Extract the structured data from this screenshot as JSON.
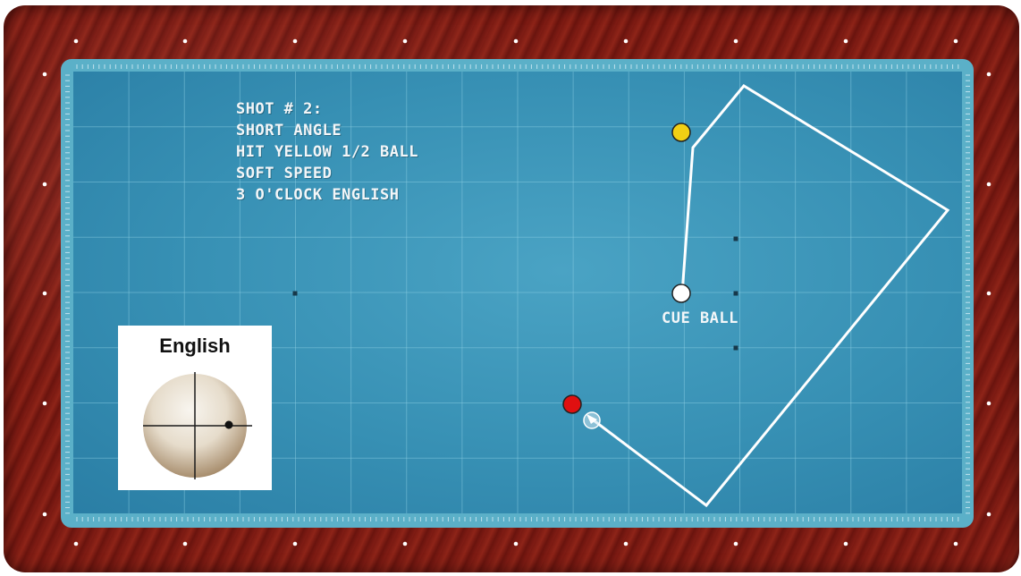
{
  "diagram": {
    "shot_lines": [
      "SHOT # 2:",
      "SHORT ANGLE",
      "HIT YELLOW 1/2 BALL",
      "SOFT SPEED",
      "3 O'CLOCK ENGLISH"
    ],
    "cue_ball_label": "CUE BALL",
    "english_panel": {
      "title": "English",
      "hit_position": "3 o'clock"
    },
    "balls": [
      {
        "name": "yellow",
        "color": "#f2d014"
      },
      {
        "name": "cue",
        "color": "#ffffff"
      },
      {
        "name": "red",
        "color": "#e01010"
      }
    ]
  },
  "colors": {
    "rail": "#7a1a12",
    "cloth": "#3a93b8",
    "cloth_frame": "#5bb0c8",
    "path_line": "#ffffff",
    "text": "#f3f6f8"
  }
}
